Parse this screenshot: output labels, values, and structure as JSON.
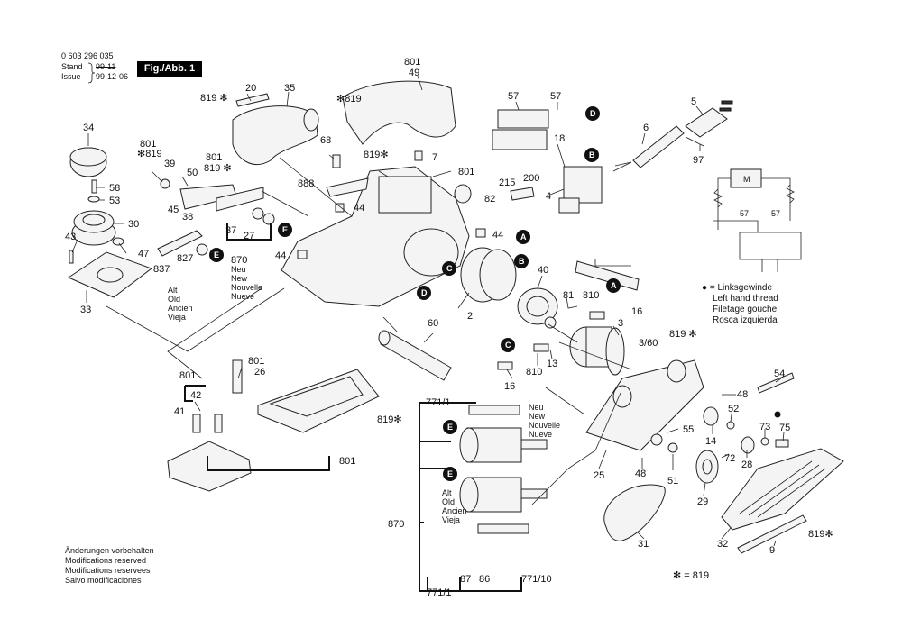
{
  "header": {
    "part_number": "0 603 296 035",
    "stand_label": "Stand",
    "issue_label": "Issue",
    "stand_crossed": "99-11",
    "issue_date": "99-12-06",
    "figure_label": "Fig./Abb. 1"
  },
  "thread_note": {
    "lines": [
      "= Linksgewinde",
      "Left hand thread",
      "Filetage gouche",
      "Rosca izquierda"
    ]
  },
  "footer_note": {
    "lines": [
      "Änderungen vorbehalten",
      "Modifications reserved",
      "Modifications reservees",
      "Salvo modificaciones"
    ]
  },
  "star_legend": "✻ = 819",
  "new_old": {
    "new_top": [
      "Neu",
      "New",
      "Nouvelle",
      "Nueve"
    ],
    "old_top": [
      "Alt",
      "Old",
      "Ancien",
      "Vieja"
    ],
    "new_right": [
      "Neu",
      "New",
      "Nouvelle",
      "Nueve"
    ],
    "old_right": [
      "Alt",
      "Old",
      "Ancien",
      "Vieja"
    ]
  },
  "circle_markers": [
    "A",
    "B",
    "C",
    "D",
    "E"
  ],
  "labels": {
    "l801a": "801",
    "l49": "49",
    "l819s1": "✻819",
    "l20": "20",
    "l35": "35",
    "l819s2": "819 ✻",
    "l34": "34",
    "l801b": "801",
    "l819s3": "✻819",
    "l39": "39",
    "l58": "58",
    "l53": "53",
    "l30": "30",
    "l43": "43",
    "l47": "47",
    "l33": "33",
    "l801c": "801",
    "l819s4": "819 ✻",
    "l50": "50",
    "l45": "45",
    "l38": "38",
    "l37": "37",
    "l27": "27",
    "l870a": "870",
    "l837": "837",
    "l827": "827",
    "l68": "68",
    "l819s5": "819✻",
    "l7": "7",
    "l888": "888",
    "l801d": "801",
    "l82": "82",
    "l44a": "44",
    "l44b": "44",
    "l44c": "44",
    "l57a": "57",
    "l57b": "57",
    "l18": "18",
    "l4": "4",
    "l215": "215",
    "l200": "200",
    "l6": "6",
    "l5": "5",
    "l97": "97",
    "l40": "40",
    "l2": "2",
    "l60": "60",
    "l81": "81",
    "l810a": "810",
    "l16a": "16",
    "l3": "3",
    "l360": "3/60",
    "l819s6": "819 ✻",
    "l13": "13",
    "l810b": "810",
    "l16b": "16",
    "l801e": "801",
    "l26": "26",
    "l801f": "801",
    "l42": "42",
    "l41": "41",
    "l819s7": "819✻",
    "l801g": "801",
    "l7711a": "771/1",
    "l870b": "870",
    "l87": "87",
    "l86": "86",
    "l7711b": "771/1",
    "l77110": "771/10",
    "l54": "54",
    "l48a": "48",
    "l52": "52",
    "l55": "55",
    "l14": "14",
    "l73": "73",
    "l75": "75",
    "l72": "72",
    "l28": "28",
    "l48b": "48",
    "l51": "51",
    "l25": "25",
    "l29": "29",
    "l31": "31",
    "l32": "32",
    "l9": "9",
    "l819s8": "819✻",
    "motor_m": "M",
    "l57c": "57",
    "l57d": "57"
  }
}
